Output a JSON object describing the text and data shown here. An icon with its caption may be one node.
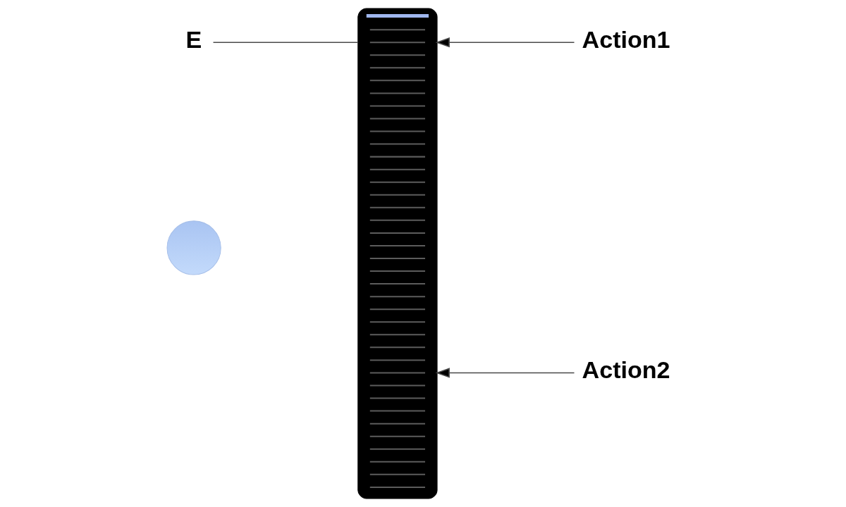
{
  "diagram": {
    "nodes": [
      {
        "text": [
          "E"
        ]
      },
      {
        "text": [],
        "shape": "bar"
      },
      {
        "text": [
          "Action1"
        ]
      },
      {
        "text": [],
        "shape": "circle"
      },
      {
        "text": [
          "Action2"
        ]
      }
    ],
    "edges": [
      {
        "from": 0,
        "to": 1,
        "arrow": "none"
      },
      {
        "from": 2,
        "to": 1,
        "arrow": "to"
      },
      {
        "from": 4,
        "to": 1,
        "arrow": "to"
      }
    ]
  }
}
